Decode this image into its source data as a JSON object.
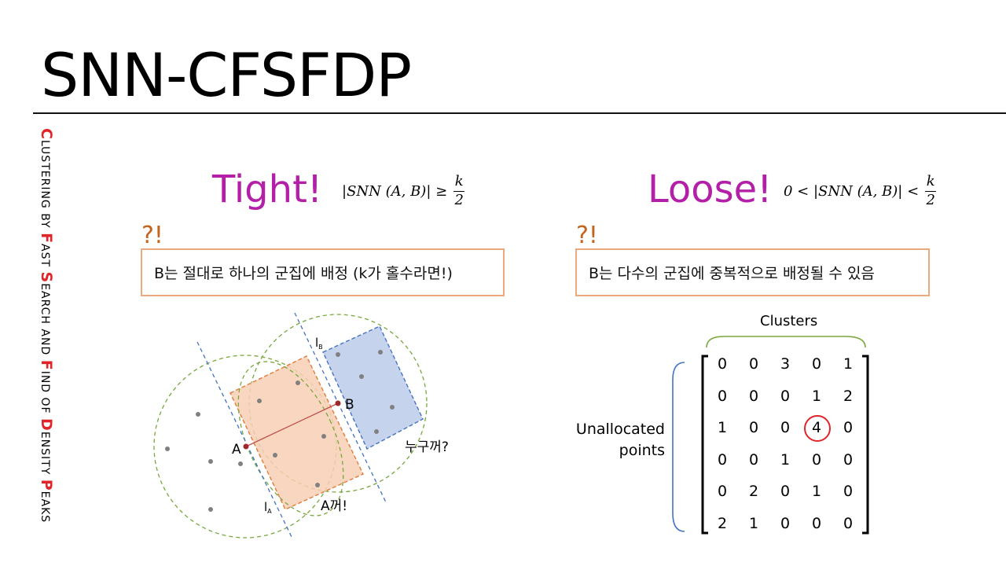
{
  "title": "SNN-CFSFDP",
  "sidebar": [
    {
      "cap": "C",
      "rest": "LUSTERING BY "
    },
    {
      "cap": "F",
      "rest": "AST "
    },
    {
      "cap": "S",
      "rest": "EARCH AND "
    },
    {
      "cap": "F",
      "rest": "IND OF "
    },
    {
      "cap": "D",
      "rest": "ENSITY "
    },
    {
      "cap": "P",
      "rest": "EAKS"
    }
  ],
  "left": {
    "heading": "Tight!",
    "formula_lhs": "|SNN (A, B)| ≥",
    "frac_num": "k",
    "frac_den": "2",
    "qmark": "?!",
    "box_text": "B는 절대로 하나의 군집에 배정 (k가 홀수라면!)"
  },
  "right": {
    "heading": "Loose!",
    "formula_lhs": "0 < |SNN (A, B)| <",
    "frac_num": "k",
    "frac_den": "2",
    "qmark": "?!",
    "box_text": "B는 다수의 군집에 중복적으로 배정될 수 있음"
  },
  "diagram": {
    "label_a": "A",
    "label_b": "B",
    "label_la": "l",
    "label_la_sub": "A",
    "label_lb": "l",
    "label_lb_sub": "B",
    "whose_a": "A꺼!",
    "whose_q": "누구꺼?"
  },
  "matrix": {
    "clusters_label": "Clusters",
    "rows_label_1": "Unallocated",
    "rows_label_2": "points",
    "values": [
      [
        "0",
        "0",
        "3",
        "0",
        "1"
      ],
      [
        "0",
        "0",
        "0",
        "1",
        "2"
      ],
      [
        "1",
        "0",
        "0",
        "4",
        "0"
      ],
      [
        "0",
        "0",
        "1",
        "0",
        "0"
      ],
      [
        "0",
        "2",
        "0",
        "1",
        "0"
      ],
      [
        "2",
        "1",
        "0",
        "0",
        "0"
      ]
    ],
    "highlight_row": 2,
    "highlight_col": 3
  },
  "colors": {
    "heading": "#b41fa8",
    "accent_red": "#e0242a",
    "box_border": "#eaa97f",
    "qmark": "#c4641c",
    "orange_fill": "#f8cfb4",
    "blue_fill": "#c3d1ec",
    "green_dash": "#78a83c",
    "blue_dash": "#4472c4"
  }
}
